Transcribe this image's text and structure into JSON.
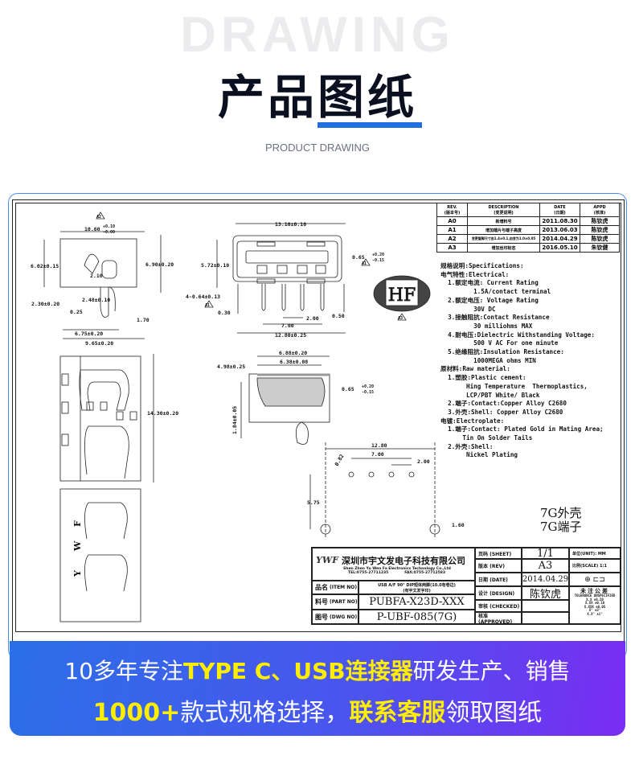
{
  "header": {
    "watermark": "DRAWING",
    "title": "产品图纸",
    "subtitle": "PRODUCT DRAWING",
    "accent_color": "#1f6fe0"
  },
  "revision_table": {
    "headers": [
      "REV.\n(版本号)",
      "DESCRIPTION\n(变更说明)",
      "DATE\n(日期)",
      "APPD\n(核准)"
    ],
    "rows": [
      {
        "rev": "A0",
        "desc": "新增料号",
        "date": "2011.08.30",
        "appd": "陈钦虎"
      },
      {
        "rev": "A1",
        "desc": "增加端片与端子高度",
        "date": "2013.06.03",
        "appd": "陈钦虎"
      },
      {
        "rev": "A2",
        "desc": "变更管脚尺寸由1.4±0.1,由变为1.0±0.05",
        "date": "2014.04.29",
        "appd": "陈钦虎"
      },
      {
        "rev": "A3",
        "desc": "增加丝印标志",
        "date": "2016.05.10",
        "appd": "朱钦健"
      }
    ]
  },
  "logo_mark": "HF",
  "specifications": "规格说明:Specifications:\n电气特性:Electrical:\n  1.额定电流: Current Rating\n         1.5A/contact terminal\n  2.额定电压: Voltage Rating\n         30V DC\n  3.接触阻抗:Contact Resistance\n         30 milliohms MAX\n  4.耐电压:Dielectric Withstanding Voltage:\n         500 V AC For one minute\n  5.绝缘阻抗:Insulation Resistance:\n         1000MEGA ohms MIN\n原材料:Raw material:\n  1.塑胶:Plastic cement:\n       Hing Temperature  Thermoplastics,\n       LCP/PBT White/ Black\n  2.端子:Contact:Copper Alloy C2680\n  3.外壳:Shell: Copper Alloy C2680\n电镀:Electroplate:\n  1.端子:Contact: Plated Gold in Mating Area;\n      Tin On Solder Tails\n  2.外壳:Shell:\n       Nickel Plating",
  "parts_note": [
    "7G外壳",
    "7G端子"
  ],
  "dimensions": {
    "d1": "10.60",
    "d1t": "+0.10",
    "d1b": "-0.00",
    "d2": "6.02±0.15",
    "d3": "6.90±0.20",
    "d4": "2.10",
    "d5": "2.48±0.10",
    "d6": "2.30±0.20",
    "d7": "0.25",
    "d8": "1.70",
    "d9": "6.75±0.20",
    "d10": "9.65±0.20",
    "d11": "13.10±0.10",
    "d12": "5.72±0.10",
    "d13": "0.65",
    "d13t": "+0.20",
    "d13b": "-0.15",
    "d14": "4-0.64±0.13",
    "d15": "0.30",
    "d16": "2.00",
    "d17": "0.50",
    "d18": "7.00",
    "d19": "12.80±0.25",
    "d20": "6.88±0.20",
    "d21": "6.38±0.08",
    "d22": "4.98±0.25",
    "d23": "0.65",
    "d23t": "+0.20",
    "d23b": "-0.15",
    "d24": "1.84±0.05",
    "d25": "14.30±0.20",
    "d26": "12.80",
    "d27": "7.00",
    "d28": "2.00",
    "d29": "0.82",
    "d30": "5.75",
    "d31": "1.60",
    "rev_a1": "A1",
    "rev_a2": "A2",
    "rev_a3": "A3",
    "letters": [
      "F",
      "W",
      "Y"
    ]
  },
  "title_block": {
    "company_cn": "深圳市宇文发电子科技有限公司",
    "company_en": "Shen Zhen Yu Wen Fa Electronics Technology Co.,Ltd",
    "tel": "TEL:0755-27711235",
    "fax": "FAX:0755-27712583",
    "logo_text": "YWF",
    "item_label_cn": "品名",
    "item_label_en": "(ITEM NO)",
    "item_value": "USB A/F 90° DIP短体两脚(10.0有卷边)",
    "item_value2": "(有宇文发字印)",
    "part_label_cn": "料号",
    "part_label_en": "(PART NO)",
    "part_value": "PUBFA-X23D-XXX",
    "dwg_label_cn": "图号",
    "dwg_label_en": "(DWG NO)",
    "dwg_value": "P-UBF-085(7G)",
    "sheet_label": "页码 (SHEET)",
    "sheet_value": "1/1",
    "unit_label": "单位(UNIT): MM",
    "rev_label": "版本 (REV)",
    "rev_value": "A3",
    "scale_label": "比例(SCALE) 1:1",
    "date_label": "日期 (DATE)",
    "date_value": "2014.04.29",
    "design_label": "设计 (DESIGN)",
    "design_value": "陈钦虎",
    "checked_label": "审核 (CHECKED)",
    "approved_label": "核准 (APPROVED)",
    "tolerance_title": "未注公差",
    "tolerance_sub": "TOLERANCE UNSPECIFIED",
    "tolerances": [
      "X.X   ±0.20",
      "X.XX  ±0.10",
      "X.XXX ±0.05",
      "X°    ±3°",
      "X.X°  ±1°"
    ]
  },
  "banner": {
    "line1_a": "10多年专注",
    "line1_b": "TYPE C、USB连接器",
    "line1_c": "研发生产、销售",
    "line2_a": "1000+",
    "line2_b": "款式规格选择，",
    "line2_c": "联系客服",
    "line2_d": "领取图纸",
    "gradient_start": "#2b6fe6",
    "gradient_end": "#7a2cf2",
    "highlight_color": "#ffee00"
  }
}
